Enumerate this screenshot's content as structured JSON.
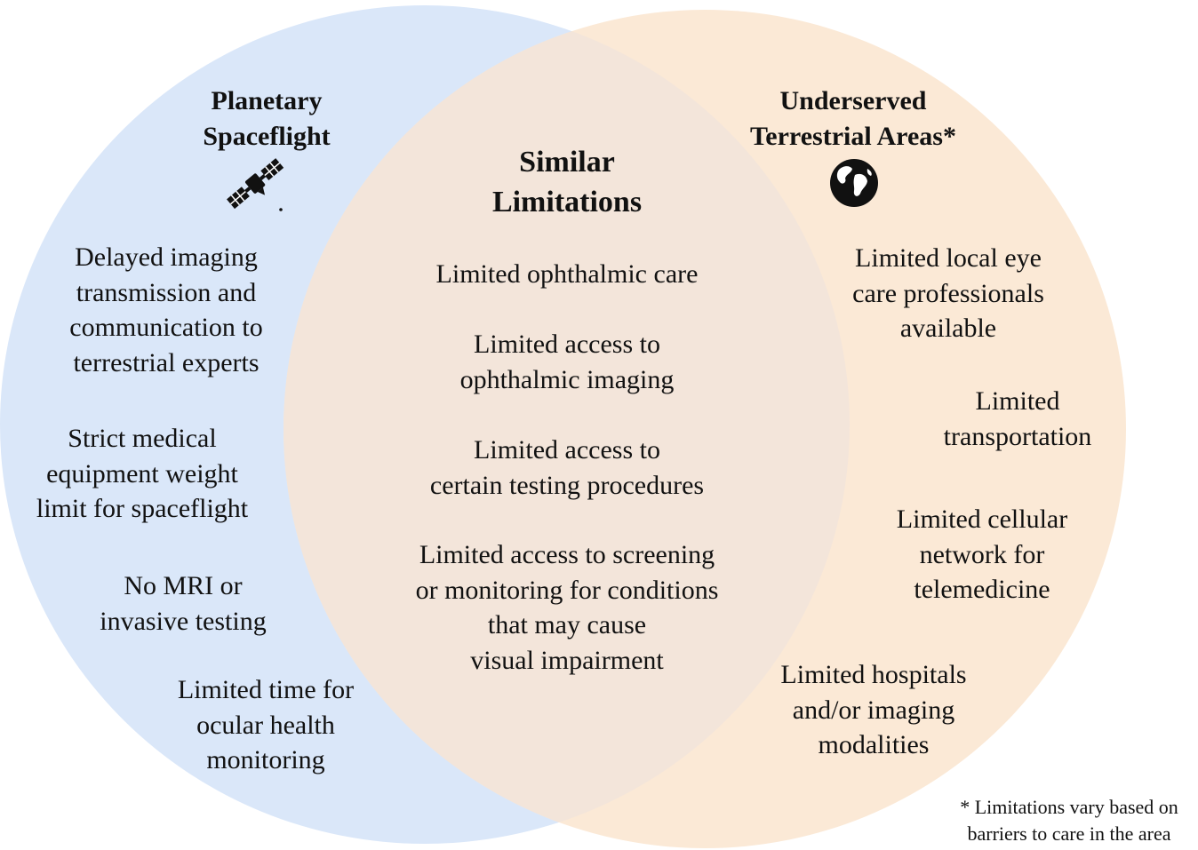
{
  "colors": {
    "left_circle": "#dae7f9",
    "right_circle": "#fbe9d6",
    "overlap": "#f3e5da"
  },
  "left": {
    "title": [
      "Planetary",
      "Spaceflight"
    ],
    "icon": "satellite-icon",
    "items": [
      [
        "Delayed imaging",
        "transmission and",
        "communication to",
        "terrestrial experts"
      ],
      [
        "Strict medical",
        "equipment weight",
        "limit for spaceflight"
      ],
      [
        "No MRI or",
        "invasive testing"
      ],
      [
        "Limited time for",
        "ocular health",
        "monitoring"
      ]
    ]
  },
  "center": {
    "title": [
      "Similar",
      "Limitations"
    ],
    "items": [
      [
        "Limited ophthalmic care"
      ],
      [
        "Limited access to",
        "ophthalmic imaging"
      ],
      [
        "Limited access to",
        "certain testing procedures"
      ],
      [
        "Limited access to screening",
        "or monitoring for conditions",
        "that may cause",
        "visual impairment"
      ]
    ]
  },
  "right": {
    "title": [
      "Underserved",
      "Terrestrial Areas*"
    ],
    "icon": "globe-icon",
    "items": [
      [
        "Limited local eye",
        "care professionals",
        "available"
      ],
      [
        "Limited",
        "transportation"
      ],
      [
        "Limited cellular",
        "network for",
        "telemedicine"
      ],
      [
        "Limited hospitals",
        "and/or imaging",
        "modalities"
      ]
    ]
  },
  "footnote": [
    "* Limitations vary based on",
    "barriers to care in the area"
  ]
}
